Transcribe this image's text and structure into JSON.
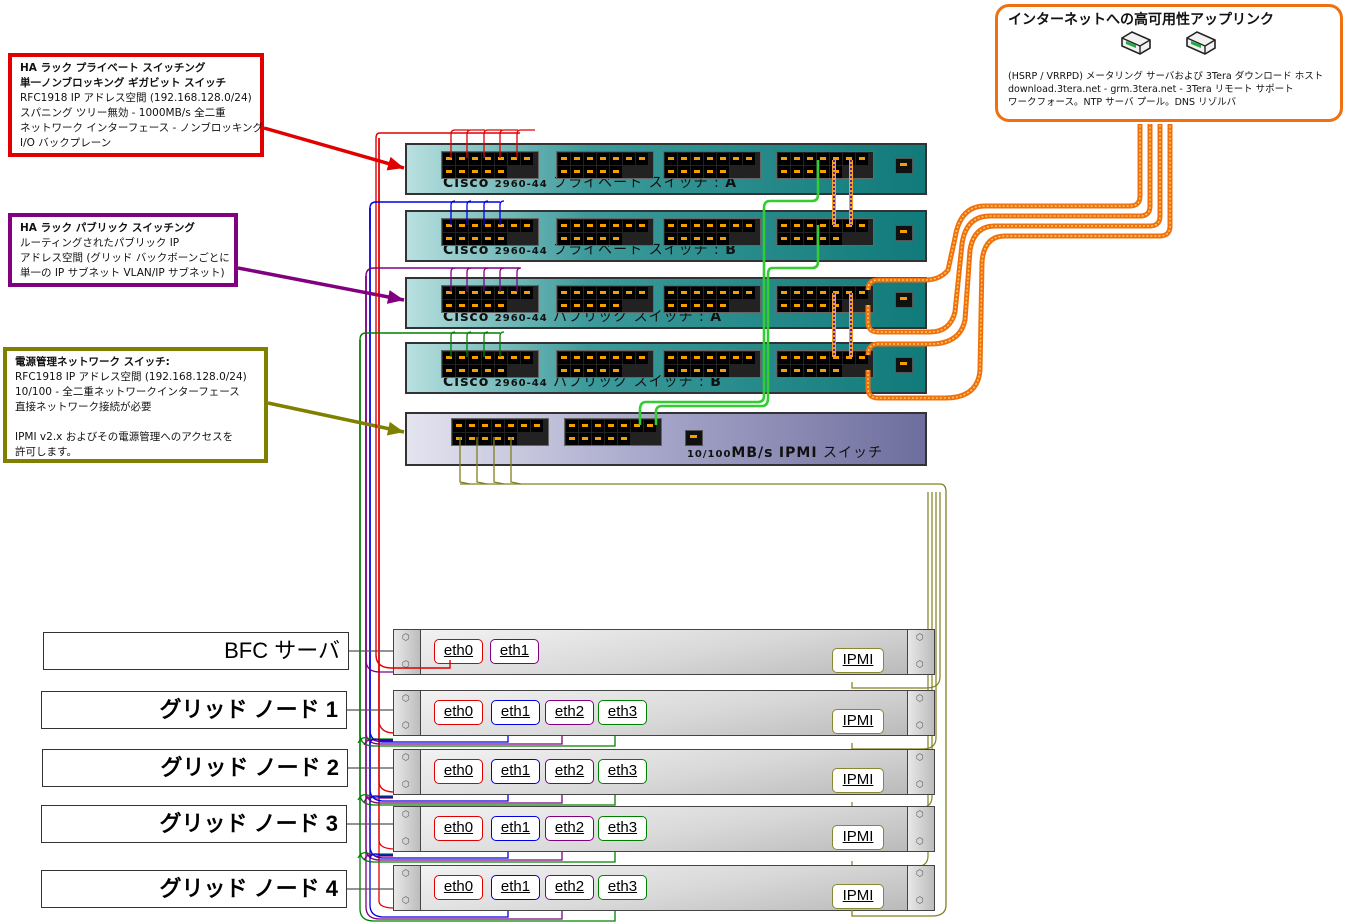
{
  "callouts": {
    "private_switching": {
      "lines": [
        "HA ラック プライベート スイッチング",
        "単一ノンブロッキング ギガビット スイッチ",
        "RFC1918 IP アドレス空間 (192.168.128.0/24)",
        "スパニング ツリー無効 - 1000MB/s 全二重",
        "ネットワーク インターフェース - ノンブロッキング",
        "I/O バックプレーン"
      ],
      "color": "#e00000"
    },
    "public_switching": {
      "lines": [
        "HA ラック パブリック スイッチング",
        "ルーティングされたパブリック IP",
        "アドレス空間 (グリッド バックボーンごとに",
        "単一の IP サブネット VLAN/IP サブネット)"
      ],
      "color": "#800080"
    },
    "power_mgmt": {
      "lines": [
        "電源管理ネットワーク スイッチ:",
        "RFC1918 IP アドレス空間 (192.168.128.0/24)",
        "10/100 - 全二重ネットワークインターフェース",
        "直接ネットワーク接続が必要",
        "",
        "IPMI v2.x およびその電源管理へのアクセスを",
        "許可します。"
      ],
      "color": "#808000"
    },
    "uplink": {
      "title": "インターネットへの高可用性アップリンク",
      "lines": [
        "(HSRP / VRRPD) メータリング サーバおよび 3Tera ダウンロード ホスト",
        "download.3tera.net - grm.3tera.net - 3Tera リモート サポート",
        "ワークフォース。NTP サーバ プール。DNS リゾルバ"
      ],
      "icons": [
        "router-icon",
        "router-icon"
      ],
      "color": "#f07010"
    }
  },
  "switches": [
    {
      "model": "Cisco",
      "model_num": "2960-44",
      "name": "プライベート スイッチ",
      "suffix": "A",
      "type": "cisco"
    },
    {
      "model": "Cisco",
      "model_num": "2960-44",
      "name": "プライベート スイッチ",
      "suffix": "B",
      "type": "cisco"
    },
    {
      "model": "Cisco",
      "model_num": "2960-44",
      "name": "パブリック スイッチ",
      "suffix": "A",
      "type": "cisco"
    },
    {
      "model": "Cisco",
      "model_num": "2960-44",
      "name": "パブリック スイッチ",
      "suffix": "B",
      "type": "cisco"
    },
    {
      "speed": "10/100",
      "speed_unit": "MB/s",
      "name": "IPMI",
      "suffix": "スイッチ",
      "type": "ipmi"
    }
  ],
  "servers": [
    {
      "label": "BFC サーバ",
      "nics": [
        {
          "name": "eth0",
          "color": "#e00000"
        },
        {
          "name": "eth1",
          "color": "#800080"
        }
      ],
      "ipmi": "IPMI"
    },
    {
      "label": "グリッド ノード 1",
      "nics": [
        {
          "name": "eth0",
          "color": "#e00000"
        },
        {
          "name": "eth1",
          "color": "#0000e0"
        },
        {
          "name": "eth2",
          "color": "#800080"
        },
        {
          "name": "eth3",
          "color": "#008000"
        }
      ],
      "ipmi": "IPMI"
    },
    {
      "label": "グリッド ノード 2",
      "nics": [
        {
          "name": "eth0",
          "color": "#e00000"
        },
        {
          "name": "eth1",
          "color": "#0000e0"
        },
        {
          "name": "eth2",
          "color": "#800080"
        },
        {
          "name": "eth3",
          "color": "#008000"
        }
      ],
      "ipmi": "IPMI"
    },
    {
      "label": "グリッド ノード 3",
      "nics": [
        {
          "name": "eth0",
          "color": "#e00000"
        },
        {
          "name": "eth1",
          "color": "#0000e0"
        },
        {
          "name": "eth2",
          "color": "#800080"
        },
        {
          "name": "eth3",
          "color": "#008000"
        }
      ],
      "ipmi": "IPMI"
    },
    {
      "label": "グリッド ノード 4",
      "nics": [
        {
          "name": "eth0",
          "color": "#e00000"
        },
        {
          "name": "eth1",
          "color": "#0000e0"
        },
        {
          "name": "eth2",
          "color": "#800080"
        },
        {
          "name": "eth3",
          "color": "#008000"
        }
      ],
      "ipmi": "IPMI"
    }
  ],
  "cable_colors": {
    "private_a": "#e00000",
    "private_b": "#0000e0",
    "public_a": "#800080",
    "public_b": "#008000",
    "ipmi": "#808020",
    "stack": "#33cc33",
    "uplink": "#f07010"
  }
}
